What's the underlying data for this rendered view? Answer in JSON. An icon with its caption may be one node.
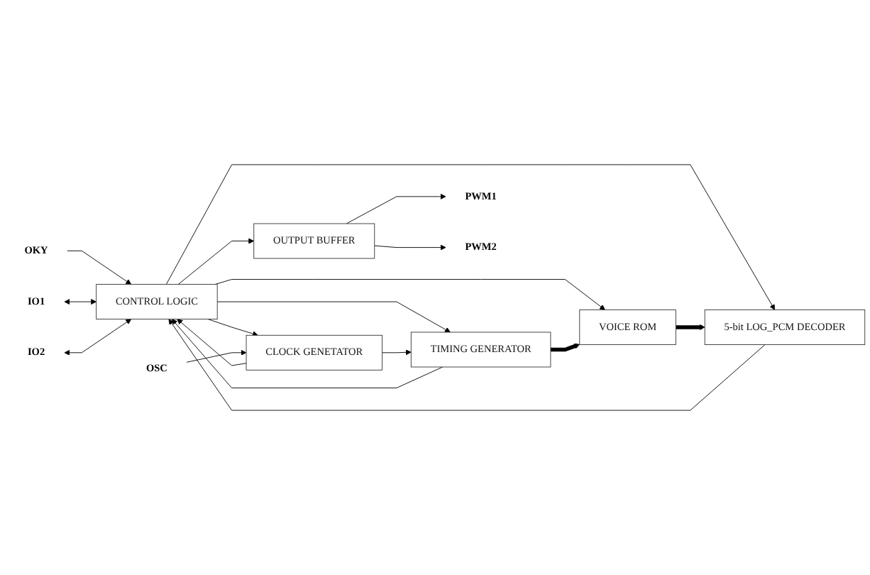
{
  "diagram": {
    "nodes": [
      {
        "text": [
          "OKY"
        ]
      },
      {
        "text": [
          "CONTROL LOGIC"
        ]
      },
      {
        "text": [
          "5-bit LOG_PCM DECODER"
        ]
      },
      {
        "text": [
          "OUTPUT BUFFER"
        ]
      },
      {
        "text": [
          "IO1"
        ]
      },
      {
        "text": [
          "IO2"
        ]
      },
      {
        "text": [
          "VOICE ROM"
        ]
      },
      {
        "text": [
          "OSC"
        ]
      },
      {
        "text": [
          "CLOCK GENETATOR"
        ]
      },
      {
        "text": [
          "TIMING GENERATOR"
        ]
      },
      {
        "text": [
          "PWM1"
        ]
      },
      {
        "text": [
          "PWM2"
        ]
      }
    ],
    "edges": [
      {
        "from": 0,
        "to": 1,
        "arrow": "to"
      },
      {
        "from": 4,
        "to": 1,
        "arrow": "both"
      },
      {
        "from": 5,
        "to": 1,
        "arrow": "both"
      },
      {
        "from": 2,
        "to": 1,
        "arrow": "to"
      },
      {
        "from": 1,
        "to": 2,
        "arrow": "to"
      },
      {
        "from": 1,
        "to": 3,
        "arrow": "to"
      },
      {
        "from": 1,
        "to": 6,
        "arrow": "to"
      },
      {
        "from": 6,
        "to": 2,
        "arrow": "to",
        "style": "thick"
      },
      {
        "from": 9,
        "to": 6,
        "arrow": "to",
        "style": "thick"
      },
      {
        "from": 1,
        "to": 8,
        "arrow": "to"
      },
      {
        "from": 8,
        "to": 1,
        "arrow": "to"
      },
      {
        "from": 9,
        "to": 1,
        "arrow": "to"
      },
      {
        "from": 1,
        "to": 9,
        "arrow": "to"
      },
      {
        "from": 8,
        "to": 9,
        "arrow": "to"
      },
      {
        "from": 7,
        "to": 8,
        "arrow": "to"
      },
      {
        "from": 3,
        "to": 10,
        "arrow": "to"
      },
      {
        "from": 3,
        "to": 11,
        "arrow": "to"
      }
    ]
  }
}
